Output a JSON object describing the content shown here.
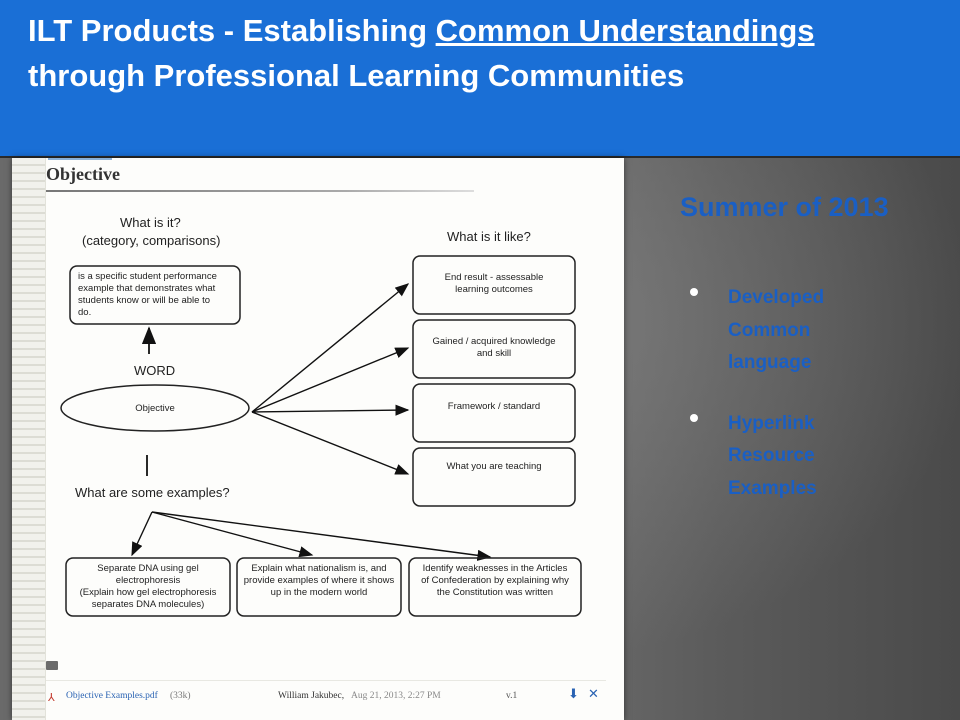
{
  "slide": {
    "title_parts": [
      "ILT Products - Establishing ",
      "Common Understandings",
      " through Professional Learning Communities"
    ]
  },
  "document": {
    "heading": "Objective",
    "what_is_it": "What is it?",
    "what_is_it_sub": "(category, comparisons)",
    "definition_lines": [
      "is a specific student performance",
      "example that demonstrates what",
      "students know or will be able to",
      "do."
    ],
    "word_label": "WORD",
    "center_term": "Objective",
    "what_is_it_like": "What is it like?",
    "like_boxes": [
      [
        "End result - assessable",
        "learning outcomes"
      ],
      [
        "Gained / acquired knowledge",
        "and skill"
      ],
      [
        "Framework / standard"
      ],
      [
        "What you are teaching"
      ]
    ],
    "examples_label": "What are some examples?",
    "example_boxes": [
      [
        "Separate DNA using gel",
        "electrophoresis",
        "(Explain how gel electrophoresis",
        "separates DNA molecules)"
      ],
      [
        "Explain what nationalism is, and",
        "provide examples of where it shows",
        "up in the modern world"
      ],
      [
        "Identify weaknesses in the Articles",
        "of Confederation by explaining why",
        "the Constitution was written"
      ]
    ],
    "footer": {
      "pdf_icon": "⅄",
      "file_name": "Objective Examples.pdf",
      "file_size": "(33k)",
      "user": "William Jakubec,",
      "date": "Aug 21, 2013, 2:27 PM",
      "version": "v.1",
      "download_icon": "⬇",
      "close_icon": "✕"
    }
  },
  "sidebar": {
    "heading": "Summer of 2013",
    "bullets": [
      [
        "Developed",
        "Common",
        "language"
      ],
      [
        "Hyperlink",
        "Resource",
        "Examples"
      ]
    ]
  },
  "colors": {
    "title_bar": "#1a6fd6",
    "accent_text": "#1a5fc4"
  }
}
